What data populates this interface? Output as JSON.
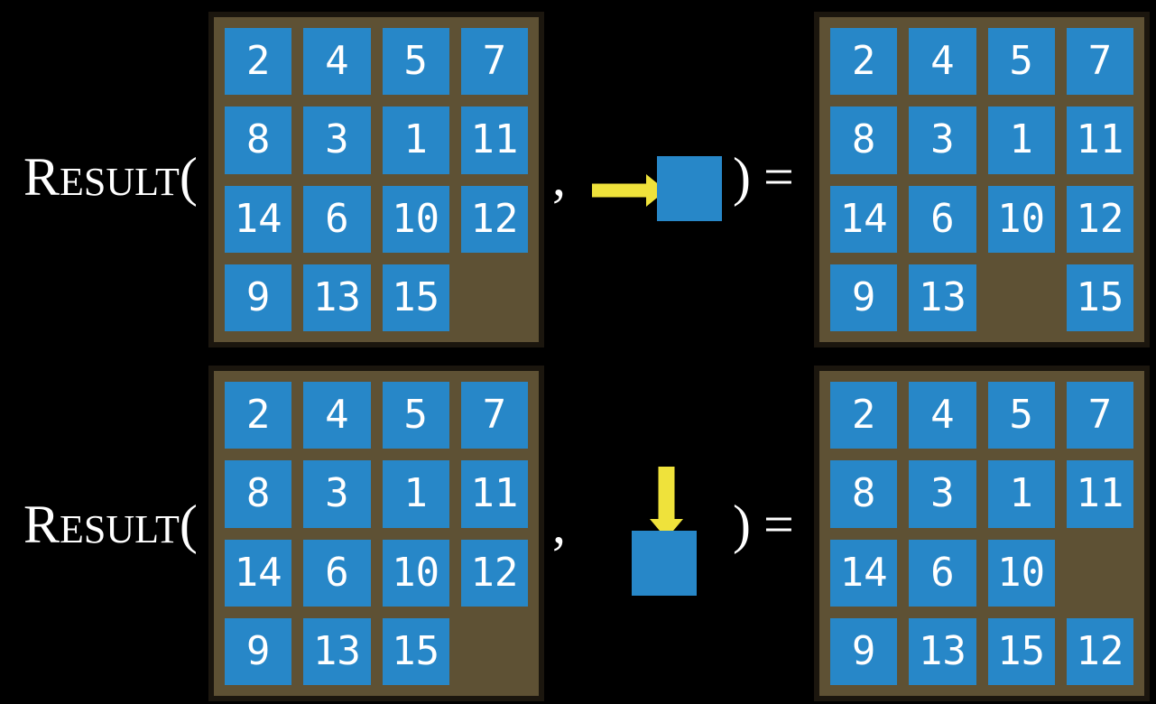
{
  "colors": {
    "background": "#000000",
    "label_text": "#ffffff",
    "board_frame": "#1b160e",
    "board_background": "#5e5134",
    "tile_blue": "#2787c8",
    "tile_text": "#ffffff",
    "arrow_yellow": "#efe23b"
  },
  "equations": [
    {
      "function_initial": "R",
      "function_rest": "ESULT",
      "open_paren": "(",
      "comma": ",",
      "close_paren": ")",
      "equals": "=",
      "action": {
        "icon": "arrow-right-icon",
        "direction": "right"
      },
      "input_grid": [
        [
          2,
          4,
          5,
          7
        ],
        [
          8,
          3,
          1,
          11
        ],
        [
          14,
          6,
          10,
          12
        ],
        [
          9,
          13,
          15,
          null
        ]
      ],
      "output_grid": [
        [
          2,
          4,
          5,
          7
        ],
        [
          8,
          3,
          1,
          11
        ],
        [
          14,
          6,
          10,
          12
        ],
        [
          9,
          13,
          null,
          15
        ]
      ]
    },
    {
      "function_initial": "R",
      "function_rest": "ESULT",
      "open_paren": "(",
      "comma": ",",
      "close_paren": ")",
      "equals": "=",
      "action": {
        "icon": "arrow-down-icon",
        "direction": "down"
      },
      "input_grid": [
        [
          2,
          4,
          5,
          7
        ],
        [
          8,
          3,
          1,
          11
        ],
        [
          14,
          6,
          10,
          12
        ],
        [
          9,
          13,
          15,
          null
        ]
      ],
      "output_grid": [
        [
          2,
          4,
          5,
          7
        ],
        [
          8,
          3,
          1,
          11
        ],
        [
          14,
          6,
          10,
          null
        ],
        [
          9,
          13,
          15,
          12
        ]
      ]
    }
  ]
}
